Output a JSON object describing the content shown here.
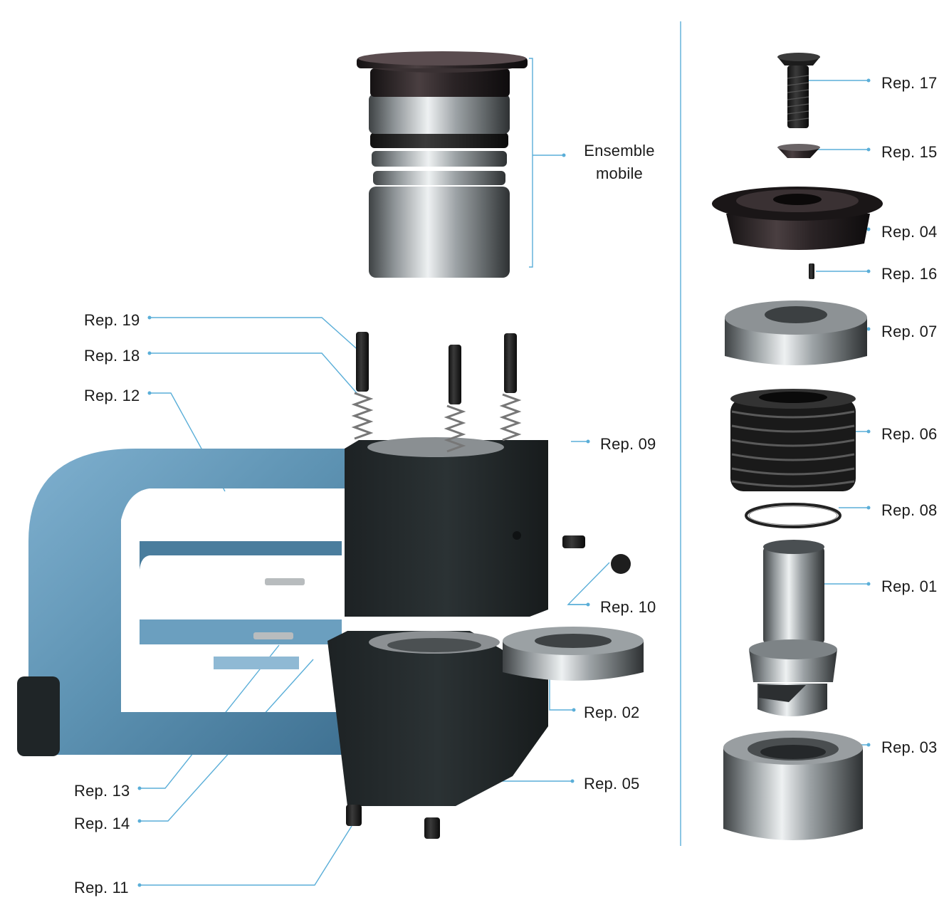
{
  "diagram": {
    "assembly_label": "Ensemble\nmobile",
    "labels": {
      "rep17": "Rep. 17",
      "rep15": "Rep. 15",
      "rep04": "Rep. 04",
      "rep16": "Rep. 16",
      "rep07": "Rep. 07",
      "rep06": "Rep. 06",
      "rep08": "Rep. 08",
      "rep01": "Rep. 01",
      "rep03": "Rep. 03",
      "rep09": "Rep. 09",
      "rep10": "Rep. 10",
      "rep02": "Rep. 02",
      "rep05": "Rep. 05",
      "rep19": "Rep. 19",
      "rep18": "Rep. 18",
      "rep12": "Rep. 12",
      "rep13": "Rep. 13",
      "rep14": "Rep. 14",
      "rep11": "Rep. 11"
    },
    "colors": {
      "leader": "#5aaed8",
      "frame_blue": "#5f93b3",
      "block_dark": "#22282a",
      "steel": "#9aa0a3",
      "dark_part": "#2a2426"
    }
  }
}
